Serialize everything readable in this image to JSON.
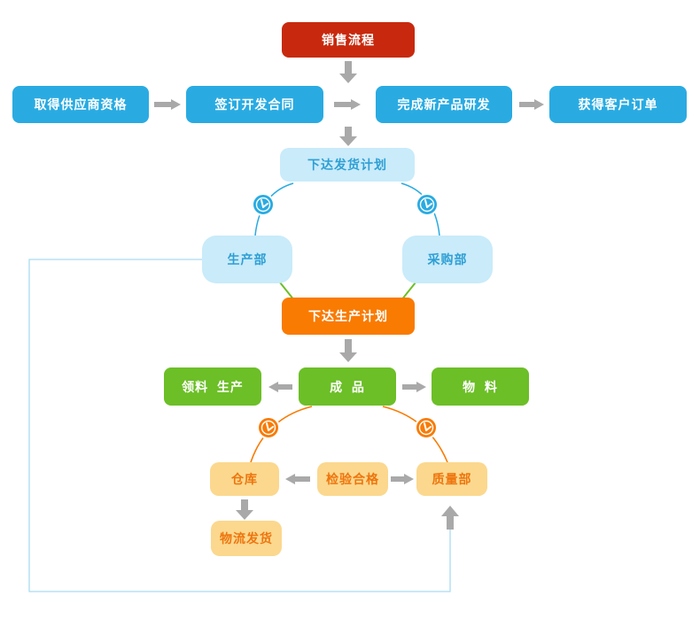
{
  "page": {
    "background": "#ffffff"
  },
  "colors": {
    "red": "#C8290E",
    "blue": "#29ABE2",
    "light_blue": "#C9EBFA",
    "blue_text": "#2E9FD4",
    "orange": "#F97B02",
    "green": "#6CBF27",
    "light_orange": "#FBD88E",
    "orange_text": "#EE750E",
    "arrow_gray": "#A9A9A9",
    "feedback_line": "#A9DCF2"
  },
  "icons": {
    "clock": "clock-icon"
  },
  "nodes": {
    "sales": {
      "label": "销售流程"
    },
    "supplier": {
      "label": "取得供应商资格"
    },
    "contract": {
      "label": "签订开发合同"
    },
    "rnd": {
      "label": "完成新产品研发"
    },
    "order": {
      "label": "获得客户订单"
    },
    "ship_plan": {
      "label": "下达发货计划"
    },
    "production_dept": {
      "label": "生产部"
    },
    "purchasing_dept": {
      "label": "采购部"
    },
    "production_plan": {
      "label": "下达生产计划"
    },
    "picking_production": {
      "label": "领料  生产"
    },
    "finished_goods": {
      "label": "成  品"
    },
    "materials": {
      "label": "物  料"
    },
    "warehouse": {
      "label": "仓库"
    },
    "inspection_passed": {
      "label": "检验合格"
    },
    "quality_dept": {
      "label": "质量部"
    },
    "logistics_shipping": {
      "label": "物流发货"
    }
  }
}
